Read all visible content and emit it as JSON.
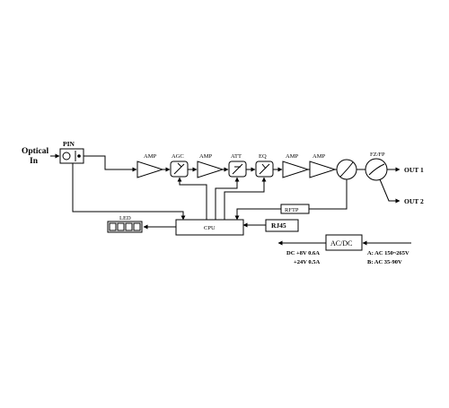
{
  "labels": {
    "optical": "Optical",
    "in": "In",
    "pin": "PIN",
    "amp1": "AMP",
    "agc": "AGC",
    "amp2": "AMP",
    "att": "ATT",
    "eq": "EQ",
    "amp3": "AMP",
    "amp4": "AMP",
    "fzfp": "FZ/FP",
    "out1": "OUT 1",
    "out2": "OUT 2",
    "led": "LED",
    "cpu": "CPU",
    "rftp": "RFTP",
    "rj45": "RJ45",
    "acdc": "AC/DC",
    "dc_line1": "DC +8V 0.6A",
    "dc_line2": "+24V 0.5A",
    "ac_a": "A: AC 150~265V",
    "ac_b": "B: AC 35-90V"
  },
  "colors": {
    "ink": "#000000",
    "background": "#ffffff"
  }
}
